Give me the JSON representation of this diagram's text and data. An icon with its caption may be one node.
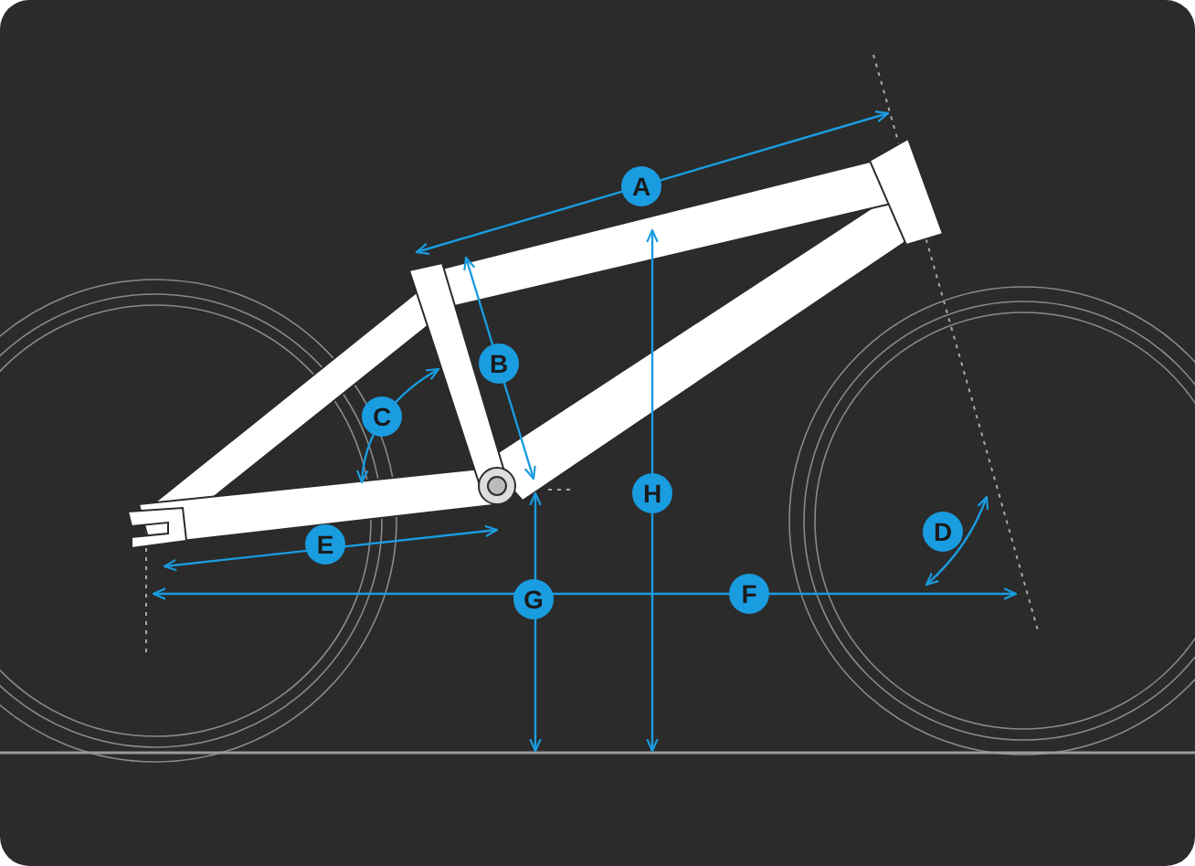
{
  "diagram": {
    "labels": [
      "A",
      "B",
      "C",
      "H",
      "D",
      "E",
      "G",
      "F"
    ]
  }
}
